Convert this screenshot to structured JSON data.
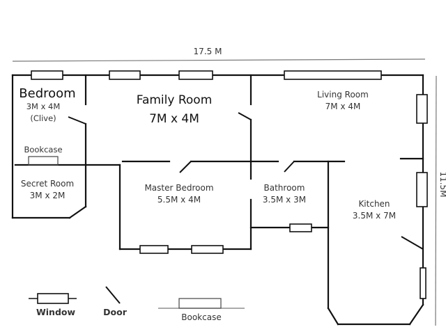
{
  "dimensions": {
    "width_label": "17.5 M",
    "height_label": "11.5M"
  },
  "rooms": [
    {
      "name": "Bedroom",
      "size": "3M x 4M",
      "note": "(Clive)"
    },
    {
      "name": "Family Room",
      "size": "7M x 4M"
    },
    {
      "name": "Living Room",
      "size": "7M x 4M"
    },
    {
      "name": "Secret Room",
      "size": "3M x 2M"
    },
    {
      "name": "Master Bedroom",
      "size": "5.5M x 4M"
    },
    {
      "name": "Bathroom",
      "size": "3.5M x 3M"
    },
    {
      "name": "Kitchen",
      "size": "3.5M x 7M"
    }
  ],
  "fixtures": {
    "bookcase_label": "Bookcase"
  },
  "legend": {
    "window": "Window",
    "door": "Door",
    "bookcase": "Bookcase"
  }
}
